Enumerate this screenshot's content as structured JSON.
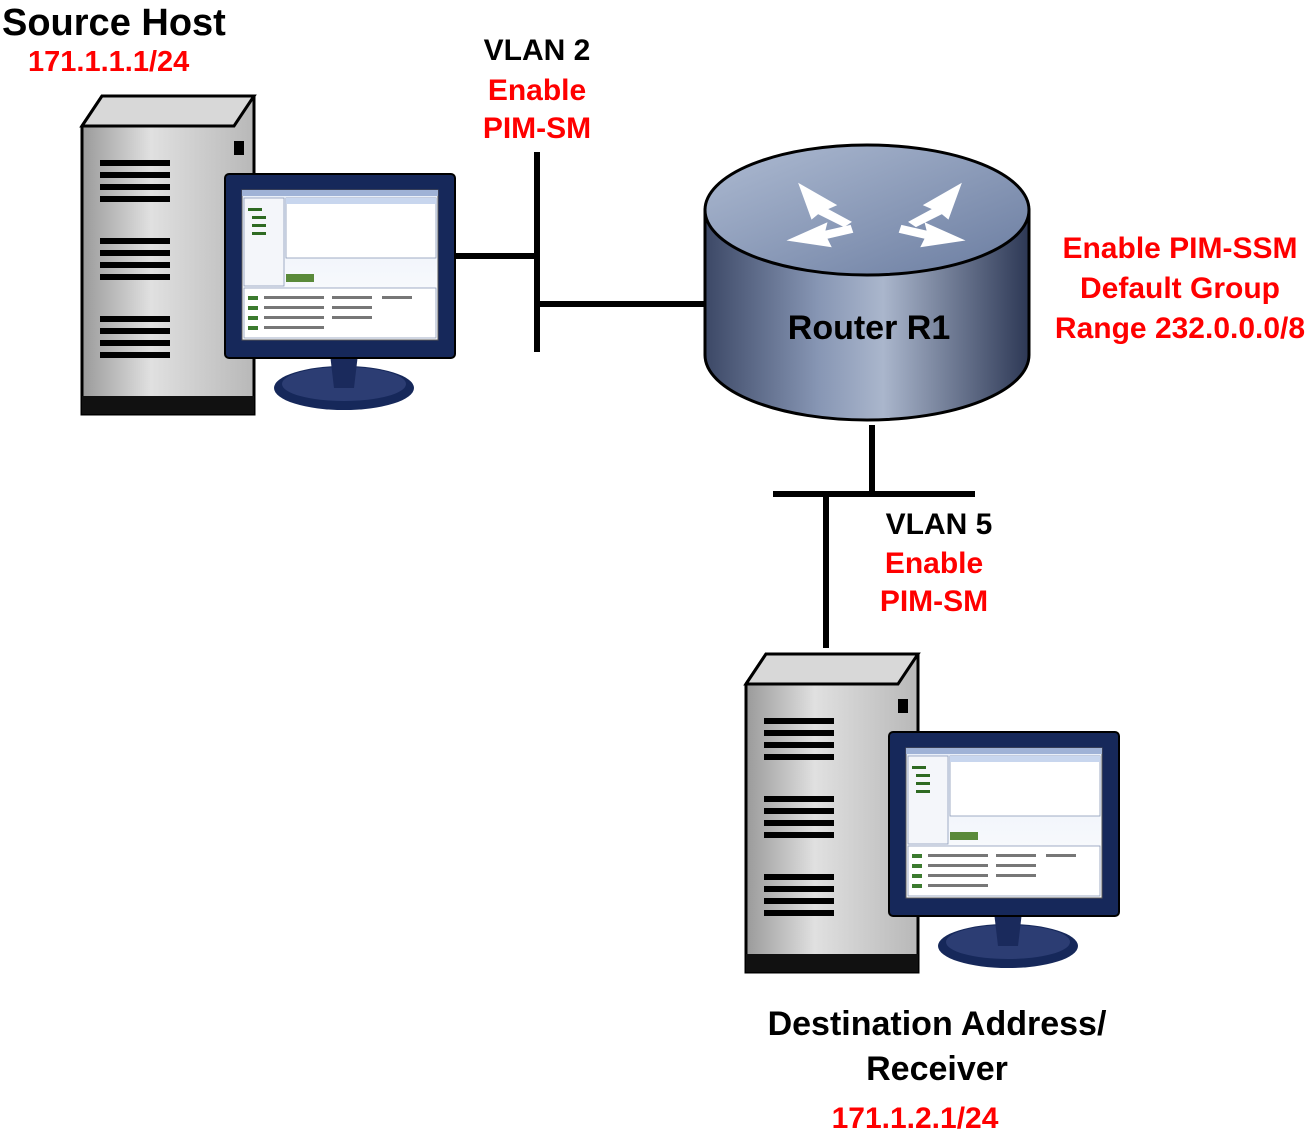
{
  "source_host": {
    "title": "Source Host",
    "ip": "171.1.1.1/24"
  },
  "vlan2": {
    "name": "VLAN 2",
    "line1": "Enable",
    "line2": "PIM-SM"
  },
  "router": {
    "name": "Router R1",
    "note_line1": "Enable PIM-SSM",
    "note_line2": "Default Group",
    "note_line3": "Range 232.0.0.0/8"
  },
  "vlan5": {
    "name": "VLAN 5",
    "line1": "Enable",
    "line2": "PIM-SM"
  },
  "destination": {
    "title_line1": "Destination Address/",
    "title_line2": "Receiver",
    "ip": "171.1.2.1/24"
  },
  "colors": {
    "label_black": "#000000",
    "label_red": "#ff0000",
    "router_body": "#4a5a78",
    "router_top": "#7d8fb0",
    "monitor_frame": "#16285a",
    "tower_gray": "#c9c9c9"
  },
  "icons": [
    "server-tower-icon",
    "monitor-icon",
    "router-icon"
  ]
}
